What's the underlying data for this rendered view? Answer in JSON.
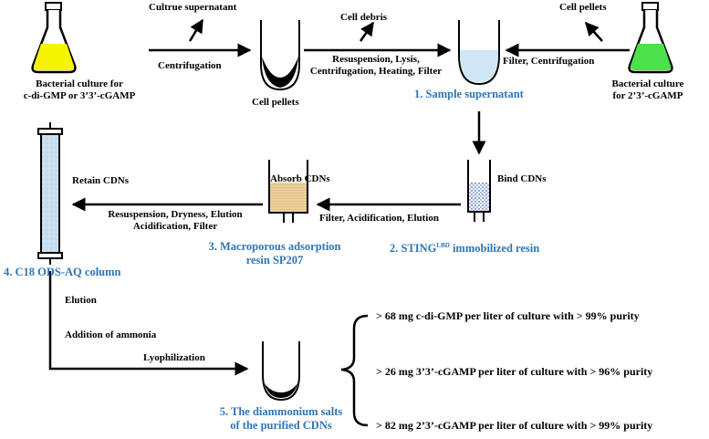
{
  "labels": {
    "cultrue_supernatant": "Cultrue supernatant",
    "centrifugation": "Centrifugation",
    "bacterial_culture_left_line1": "Bacterial culture for",
    "bacterial_culture_left_line2": "c-di-GMP or 3’3’-cGAMP",
    "cell_pellets_mid": "Cell  pellets",
    "cell_debris": "Cell debris",
    "resuspension_line1": "Resuspension, Lysis,",
    "resuspension_line2": "Centrifugation, Heating, Filter",
    "sample_supernatant": "1. Sample supernatant",
    "cell_pellets_right": "Cell pellets",
    "filter_centrifugation": "Filter, Centrifugation",
    "bacterial_culture_right_line1": "Bacterial culture",
    "bacterial_culture_right_line2": "for 2’3’-cGAMP",
    "retain_cdns": "Retain CDNs",
    "resuspension_dryness_line1": "Resuspension,  Dryness, Elution",
    "resuspension_dryness_line2": "Acidification, Filter",
    "absorb_cdns": "Absorb CDNs",
    "filter_acidification_elution": "Filter, Acidification, Elution",
    "bind_cdns": "Bind CDNs",
    "macroporous_line1": "3. Macroporous adsorption",
    "macroporous_line2": "resin SP207",
    "sting_prefix": "2. STING",
    "sting_sup": "LBD",
    "sting_suffix": " immobilized resin",
    "c18_column": "4. C18 ODS-AQ column",
    "elution": "Elution",
    "addition_ammonia": "Addition of ammonia",
    "lyophilization": "Lyophilization",
    "diammonium_line1": "5. The diammonium salts",
    "diammonium_line2": "of  the purified CDNs",
    "result_1": "> 68 mg c-di-GMP  per liter of culture with > 99% purity",
    "result_2": "> 26 mg 3’3’-cGAMP per liter of culture with > 96% purity",
    "result_3": "> 82 mg 2’3’-cGAMP per liter of culture with > 99% purity"
  },
  "colors": {
    "blue_text": "#2e75b6",
    "flask_yellow": "#f5f500",
    "flask_green": "#4ce04c",
    "supernatant_blue": "#cfe6f7",
    "resin_blue": "#3a63b8",
    "resin_tan": "#e8c891",
    "column_blue": "#c9dff1"
  }
}
